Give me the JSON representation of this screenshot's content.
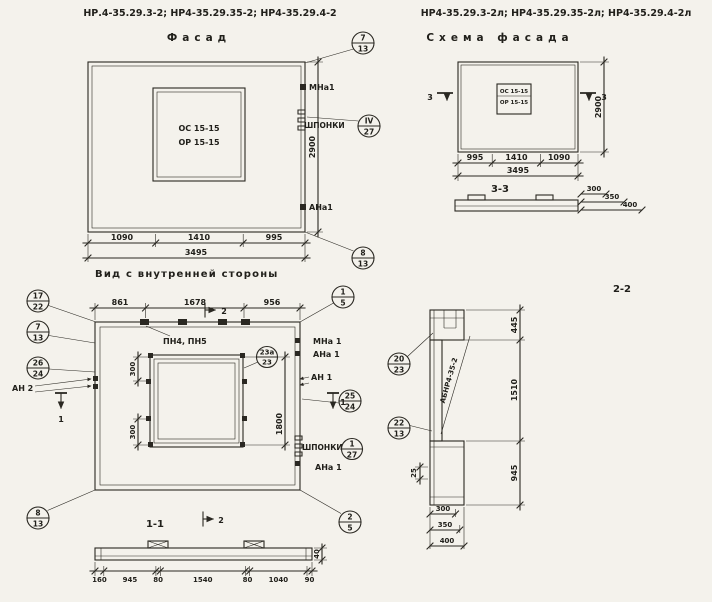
{
  "header": {
    "left_marks": "НР.4-35.29.3-2; НР4-35.29.35-2; НР4-35.29.4-2",
    "left_title": "Фасад",
    "right_marks": "НР4-35.29.3-2л; НР4-35.29.35-2л; НР4-35.29.4-2л",
    "right_title": "Схема фасада"
  },
  "facade": {
    "opening_label_top": "ОС 15-15",
    "opening_label_bottom": "ОР 15-15",
    "label_mna1": "МНа1",
    "label_shponki": "ШПОНКИ",
    "label_ana1": "АНа1",
    "dim_seg1": "1090",
    "dim_seg2": "1410",
    "dim_seg3": "995",
    "dim_total": "3495",
    "dim_height": "2900",
    "callout_top_num": "7",
    "callout_top_sheet": "13",
    "callout_keys_num": "IV",
    "callout_keys_sheet": "27",
    "callout_bottom_num": "8",
    "callout_bottom_sheet": "13"
  },
  "scheme": {
    "opening_label_top": "ОС 15-15",
    "opening_label_bottom": "ОР 15-15",
    "section_mark_left": "3",
    "section_mark_right": "3",
    "dim_seg1": "995",
    "dim_seg2": "1410",
    "dim_seg3": "1090",
    "dim_total": "3495",
    "dim_height": "2900",
    "section_title": "3-3",
    "profile_dim1": "300",
    "profile_dim2": "350",
    "profile_dim3": "400"
  },
  "inner_view": {
    "title": "Вид с внутренней стороны",
    "dim_seg1": "861",
    "dim_seg2": "1678",
    "dim_seg3": "956",
    "dim_left_top": "300",
    "dim_left_bottom": "300",
    "dim_opening": "1800",
    "label_pn": "ПН4, ПН5",
    "label_an2": "АН 2",
    "label_mna1": "МНа 1",
    "label_ana1_top": "АНа 1",
    "label_an1": "АН 1",
    "label_shponki": "ШПОНКИ",
    "label_ana1_bottom": "АНа 1",
    "c17_22_num": "17",
    "c17_22_sheet": "22",
    "c7_13_num": "7",
    "c7_13_sheet": "13",
    "c26_24_num": "26",
    "c26_24_sheet": "24",
    "c1_5_num": "1",
    "c1_5_sheet": "5",
    "c23a_num": "23а",
    "c23a_sheet": "23",
    "c25_24_num": "25",
    "c25_24_sheet": "24",
    "c1_27_num": "1",
    "c1_27_sheet": "27",
    "c8_13_num": "8",
    "c8_13_sheet": "13",
    "c2_5_num": "2",
    "c2_5_sheet": "5",
    "section_mark_1": "1",
    "section_mark_2": "2"
  },
  "section_1_1": {
    "title": "1-1",
    "dim1": "160",
    "dim2": "945",
    "dim3": "80",
    "dim4": "1540",
    "dim5": "80",
    "dim6": "1040",
    "dim7": "90",
    "dim_height": "40"
  },
  "section_2_2": {
    "title": "2-2",
    "panel_mark": "АБНР4-35-2",
    "c20_num": "20",
    "c20_sheet": "23",
    "c22_num": "22",
    "c22_sheet": "13",
    "dim_top": "445",
    "dim_mid": "1510",
    "dim_bottom": "945",
    "dim_small": "25",
    "dim_w1": "300",
    "dim_w2": "350",
    "dim_w3": "400"
  }
}
